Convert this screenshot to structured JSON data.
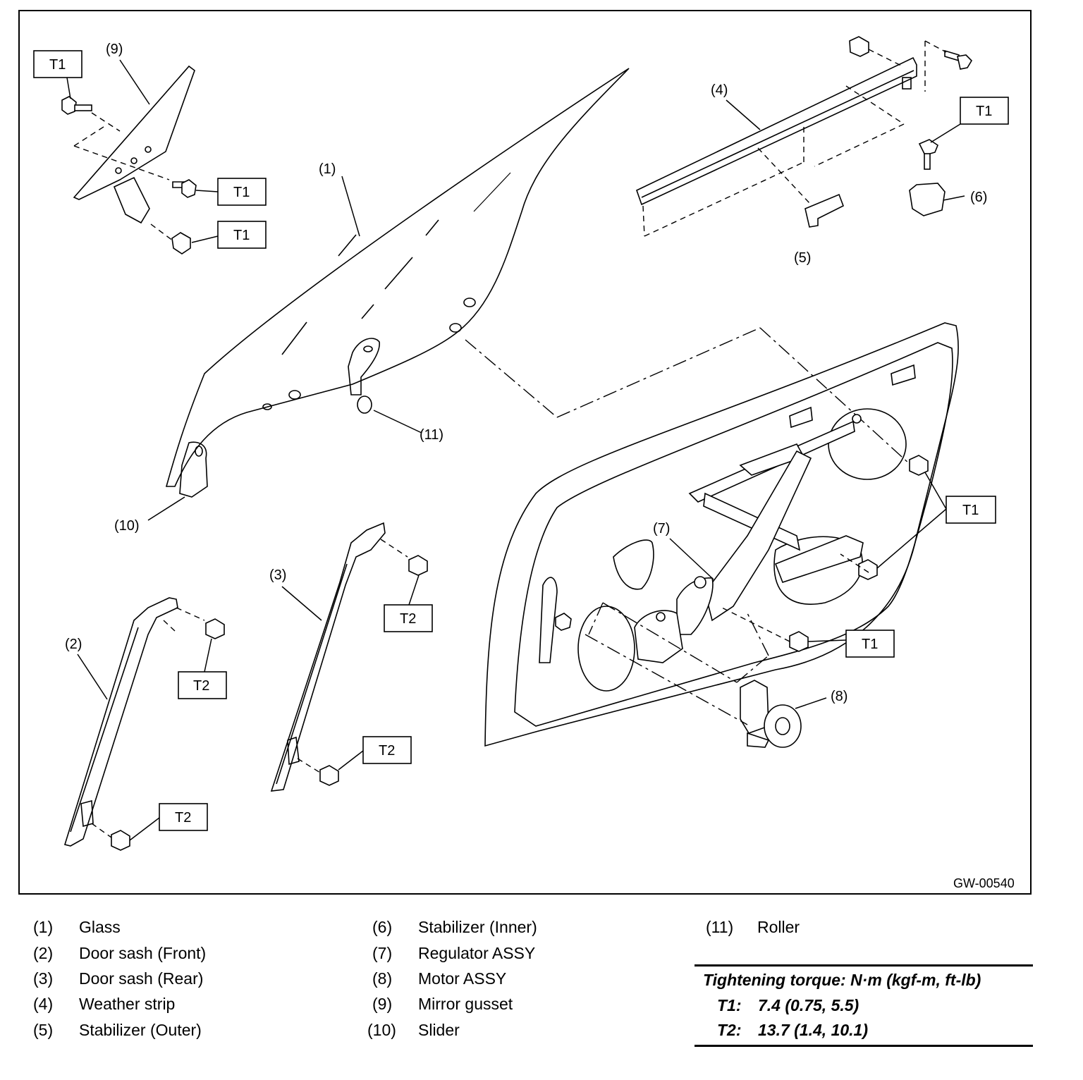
{
  "figure": {
    "code": "GW-00540",
    "callouts": {
      "c1": "(1)",
      "c2": "(2)",
      "c3": "(3)",
      "c4": "(4)",
      "c5": "(5)",
      "c6": "(6)",
      "c7": "(7)",
      "c8": "(8)",
      "c9": "(9)",
      "c10": "(10)",
      "c11": "(11)"
    },
    "torque_labels": {
      "t1": "T1",
      "t2": "T2"
    }
  },
  "legend": [
    {
      "num": "(1)",
      "name": "Glass"
    },
    {
      "num": "(2)",
      "name": "Door sash (Front)"
    },
    {
      "num": "(3)",
      "name": "Door sash (Rear)"
    },
    {
      "num": "(4)",
      "name": "Weather strip"
    },
    {
      "num": "(5)",
      "name": "Stabilizer (Outer)"
    },
    {
      "num": "(6)",
      "name": "Stabilizer (Inner)"
    },
    {
      "num": "(7)",
      "name": "Regulator ASSY"
    },
    {
      "num": "(8)",
      "name": "Motor ASSY"
    },
    {
      "num": "(9)",
      "name": "Mirror gusset"
    },
    {
      "num": "(10)",
      "name": "Slider"
    },
    {
      "num": "(11)",
      "name": "Roller"
    }
  ],
  "torque": {
    "title": "Tightening torque: N·m (kgf-m, ft-lb)",
    "items": [
      {
        "key": "T1:",
        "value": "7.4 (0.75, 5.5)"
      },
      {
        "key": "T2:",
        "value": "13.7 (1.4, 10.1)"
      }
    ]
  }
}
